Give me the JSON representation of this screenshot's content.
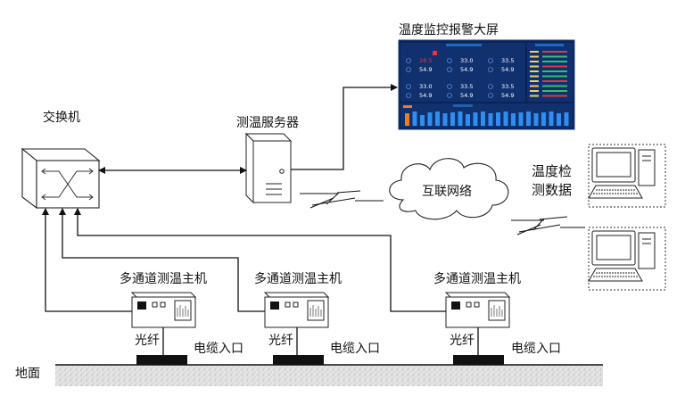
{
  "labels": {
    "dashboard": "温度监控报警大屏",
    "switch": "交换机",
    "server": "测温服务器",
    "internet": "互联网络",
    "monitor_line1": "温度检",
    "monitor_line2": "测数据",
    "ground": "地面",
    "hosts": [
      {
        "title": "多通道测温主机",
        "fiber": "光纤",
        "cable": "电缆入口"
      },
      {
        "title": "多通道测温主机",
        "fiber": "光纤",
        "cable": "电缆入口"
      },
      {
        "title": "多通道测温主机",
        "fiber": "光纤",
        "cable": "电缆入口"
      }
    ]
  },
  "dashboard_screen": {
    "values_grid": [
      "28.5",
      "33.0",
      "33.5",
      "54.9",
      "54.9",
      "54.9",
      "33.0",
      "33.5",
      "33.5",
      "54.9",
      "54.9",
      "54.9"
    ]
  },
  "colors": {
    "screen_bg": "#0b2358",
    "screen_panel": "#10306e",
    "bar_blue": "#2f8ef0",
    "bar_orange": "#f07a2a",
    "alarm_red": "#e03a3a",
    "line": "#111111"
  }
}
